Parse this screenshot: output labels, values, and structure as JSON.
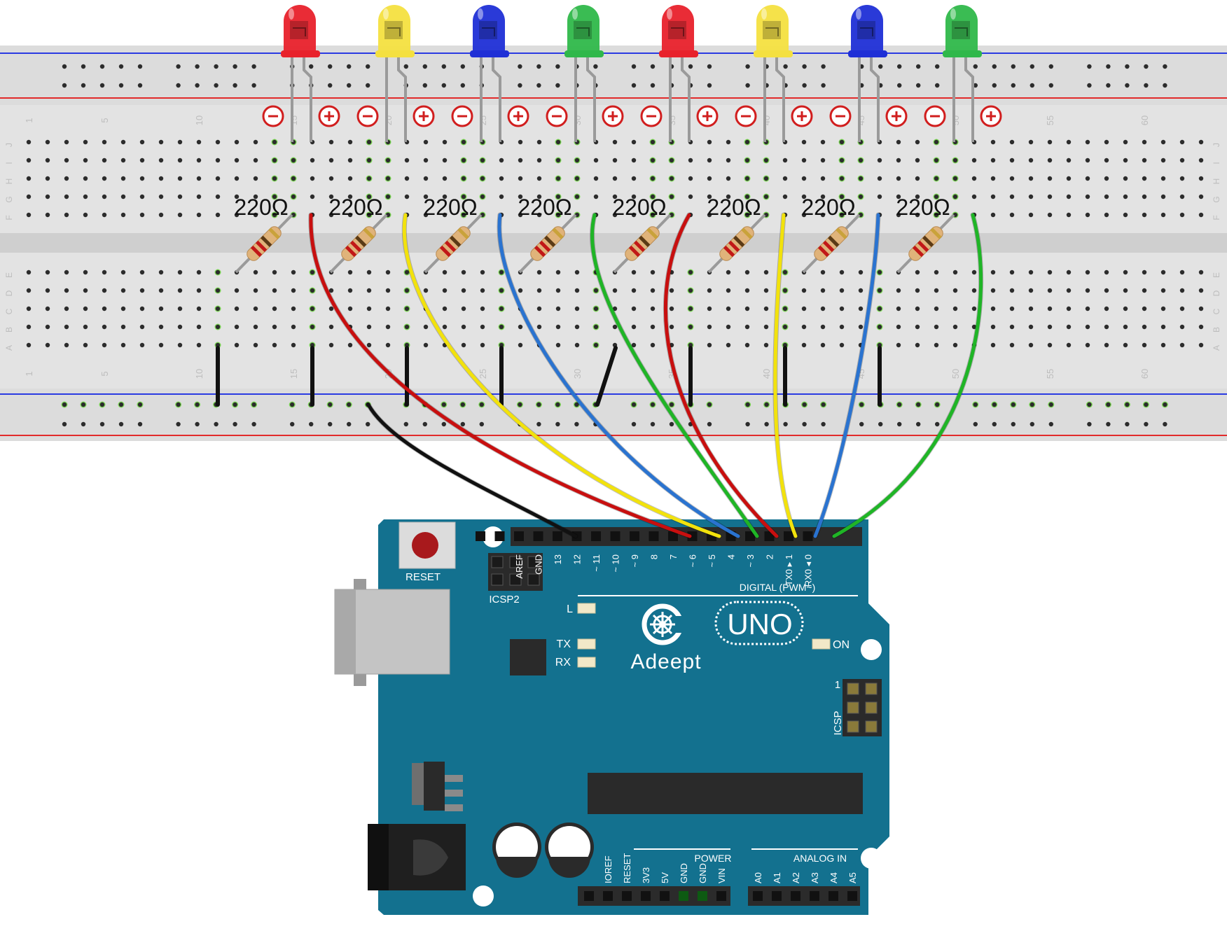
{
  "breadboard": {
    "row_letters_top": [
      "J",
      "I",
      "H",
      "G",
      "F"
    ],
    "row_letters_bottom": [
      "E",
      "D",
      "C",
      "B",
      "A"
    ],
    "column_numbers": [
      "1",
      "5",
      "10",
      "15",
      "20",
      "25",
      "30",
      "35",
      "40",
      "45",
      "50",
      "55",
      "60"
    ]
  },
  "leds": [
    {
      "color": "red"
    },
    {
      "color": "yellow"
    },
    {
      "color": "blue"
    },
    {
      "color": "green"
    },
    {
      "color": "red"
    },
    {
      "color": "yellow"
    },
    {
      "color": "blue"
    },
    {
      "color": "green"
    }
  ],
  "polarity": {
    "minus": "−",
    "plus": "+"
  },
  "resistor_label": "220Ω",
  "resistors": [
    "220Ω",
    "220Ω",
    "220Ω",
    "220Ω",
    "220Ω",
    "220Ω",
    "220Ω",
    "220Ω"
  ],
  "colors": {
    "led_red": "#e8212b",
    "led_yellow": "#f4e040",
    "led_blue": "#1f2fd6",
    "led_green": "#2fb84a",
    "wire_red": "#c80f0f",
    "wire_yellow": "#f2e20c",
    "wire_blue": "#2a73d0",
    "wire_green": "#1fb526",
    "wire_black": "#111111",
    "board_teal": "#13718f",
    "breadboard": "#e3e3e3",
    "rail_red": "#e22b2b",
    "rail_blue": "#2b3be2"
  },
  "arduino": {
    "brand": "Adeept",
    "model": "UNO",
    "reset_label": "RESET",
    "icsp2_label": "ICSP2",
    "icsp_label": "ICSP",
    "icsp_pin1": "1",
    "on_label": "ON",
    "led_l": "L",
    "led_tx": "TX",
    "led_rx": "RX",
    "digital_title": "DIGITAL (PWM~)",
    "power_title": "POWER",
    "analog_title": "ANALOG IN",
    "digital_pins": [
      "AREF",
      "GND",
      "13",
      "12",
      "~ 11",
      "~ 10",
      "~ 9",
      "8",
      "7",
      "~ 6",
      "~ 5",
      "4",
      "~ 3",
      "2",
      "TX0 ▸ 1",
      "RX0 ◂ 0"
    ],
    "power_pins": [
      "IOREF",
      "RESET",
      "3V3",
      "5V",
      "GND",
      "GND",
      "VIN"
    ],
    "analog_pins": [
      "A0",
      "A1",
      "A2",
      "A3",
      "A4",
      "A5"
    ]
  }
}
